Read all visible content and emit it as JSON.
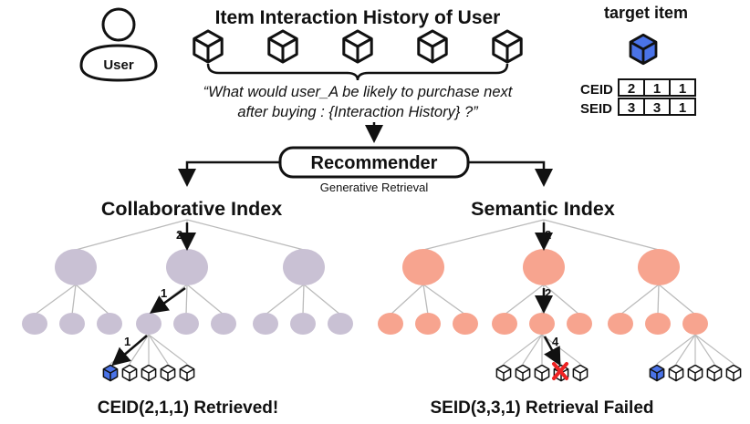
{
  "header": {
    "user_label": "User",
    "history_title": "Item Interaction History of User",
    "prompt_line1": "“What would user_A be likely to purchase next",
    "prompt_line2": "after buying : {Interaction History} ?”"
  },
  "target": {
    "title": "target item",
    "ceid_label": "CEID",
    "ceid_digits": [
      "2",
      "1",
      "1"
    ],
    "seid_label": "SEID",
    "seid_digits": [
      "3",
      "3",
      "1"
    ]
  },
  "recommender": {
    "label": "Recommender",
    "sublabel": "Generative Retrieval"
  },
  "collaborative": {
    "title": "Collaborative Index",
    "step_labels": [
      "2",
      "1",
      "1"
    ],
    "result": "CEID(2,1,1) Retrieved!"
  },
  "semantic": {
    "title": "Semantic Index",
    "step_labels": [
      "2",
      "2",
      "4"
    ],
    "result": "SEID(3,3,1) Retrieval Failed"
  },
  "colors": {
    "collab_node": "#c9c1d4",
    "semantic_node": "#f7a48f",
    "target_cube": "#4a73e8",
    "success": "#1a6fe0",
    "fail": "#ee2222",
    "edge": "#bbbbbb"
  },
  "icons": {
    "user": "user-icon",
    "item": "cube-icon",
    "fail_mark": "cross-icon"
  }
}
